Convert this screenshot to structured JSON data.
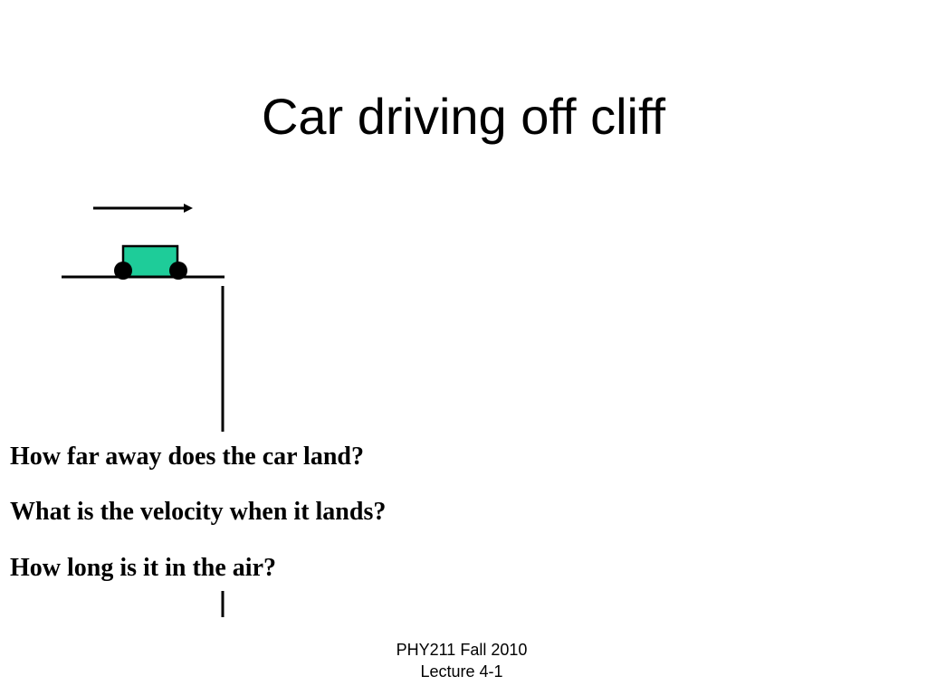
{
  "slide": {
    "title": "Car driving off cliff",
    "questions": [
      "How far away does the car land?",
      "What is the velocity when it lands?",
      "How long is it in the air?"
    ],
    "footer": {
      "line1": "PHY211 Fall 2010",
      "line2": "Lecture 4-1"
    }
  },
  "colors": {
    "car_body": "#1ecc99",
    "outline": "#000000"
  }
}
